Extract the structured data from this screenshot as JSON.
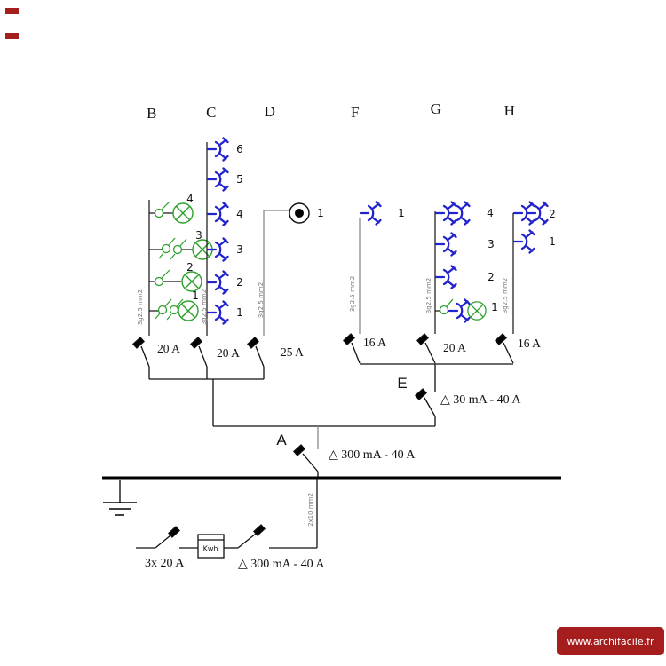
{
  "columns": {
    "B": {
      "label": "B",
      "amp": "20 A",
      "wire": "3g2.5 mm2",
      "items": [
        "4",
        "3",
        "2",
        "1"
      ]
    },
    "C": {
      "label": "C",
      "amp": "20 A",
      "wire": "3g2.5 mm2",
      "items": [
        "6",
        "5",
        "4",
        "3",
        "2",
        "1"
      ]
    },
    "D": {
      "label": "D",
      "amp": "25 A",
      "wire": "3g2.5 mm2",
      "items": [
        "1"
      ]
    },
    "F": {
      "label": "F",
      "amp": "16 A",
      "wire": "3g2.5 mm2",
      "items": [
        "1"
      ]
    },
    "G": {
      "label": "G",
      "amp": "20 A",
      "wire": "3g2.5 mm2",
      "items": [
        "4",
        "3",
        "2",
        "1"
      ]
    },
    "H": {
      "label": "H",
      "amp": "16 A",
      "wire": "3g2.5 mm2",
      "items": [
        "2",
        "1"
      ]
    }
  },
  "groups": {
    "E": {
      "label": "E",
      "diff": "△ 30 mA - 40 A"
    },
    "A": {
      "label": "A",
      "diff": "△ 300 mA - 40 A"
    }
  },
  "supply": {
    "breaker": "3x 20 A",
    "meter": "Kwh",
    "diff": "△ 300 mA - 40 A",
    "wire": "2x10 mm2"
  },
  "watermark": "www.archifacile.fr",
  "colors": {
    "socket_blue": "#2323cd",
    "fixture_green": "#2ba12b",
    "accent_red": "#a51d1d",
    "wire_gray": "#808080"
  }
}
